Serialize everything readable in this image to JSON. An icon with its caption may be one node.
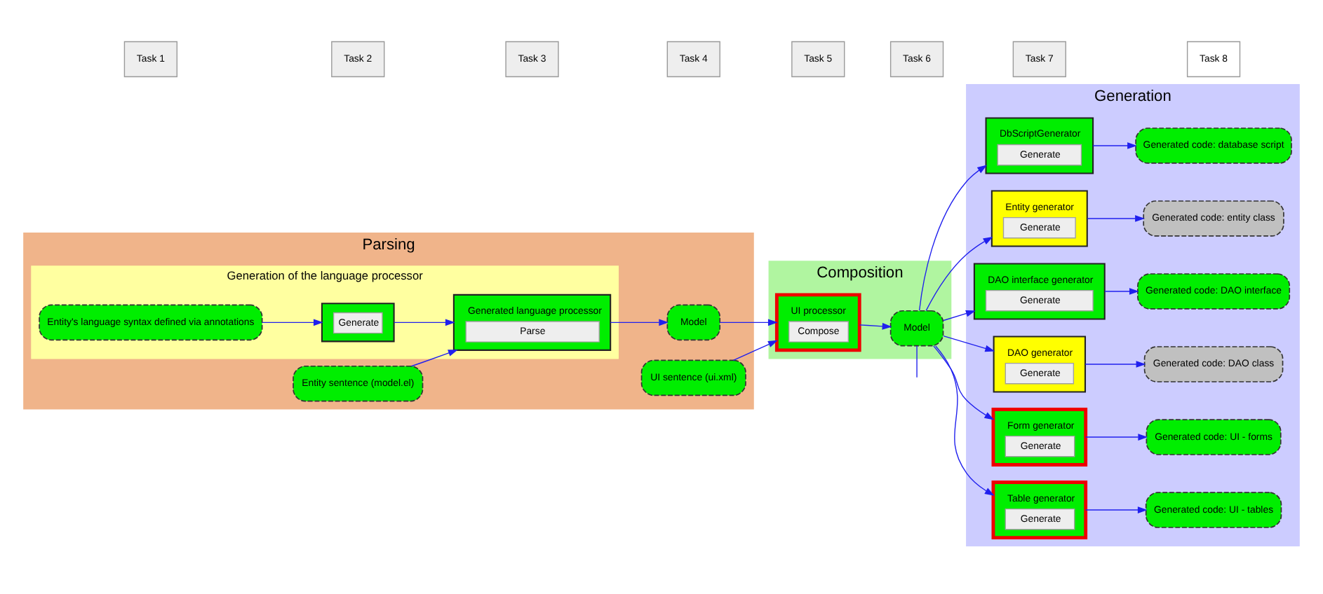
{
  "diagram": {
    "nodes": [
      {
        "text": [
          "Parsing"
        ]
      },
      {
        "text": [
          "Generation of the language processor"
        ],
        "in": 0
      },
      {
        "text": [
          "Entity's language syntax defined via annotations"
        ],
        "in": 1
      },
      {
        "text": [
          "Generate"
        ],
        "in": 1
      },
      {
        "text": [
          "Generated language processor",
          "Parse"
        ],
        "in": 1
      },
      {
        "text": [
          "Entity sentence (model.el)"
        ],
        "in": 0
      },
      {
        "text": [
          "Model"
        ],
        "in": 0
      },
      {
        "text": [
          "UI sentence (ui.xml)"
        ],
        "in": 0
      },
      {
        "text": [
          "Composition"
        ]
      },
      {
        "text": [
          "UI processor",
          "Compose"
        ],
        "in": 8
      },
      {
        "text": [
          "Model"
        ],
        "in": 8
      },
      {
        "text": [
          "Generation"
        ]
      },
      {
        "text": [
          "DbScriptGenerator",
          "Generate"
        ],
        "in": 11
      },
      {
        "text": [
          "Generated code: database script"
        ],
        "in": 11
      },
      {
        "text": [
          "Entity generator",
          "Generate"
        ],
        "in": 11
      },
      {
        "text": [
          "Generated code: entity class"
        ],
        "in": 11
      },
      {
        "text": [
          "DAO interface generator",
          "Generate"
        ],
        "in": 11
      },
      {
        "text": [
          "Generated code: DAO interface"
        ],
        "in": 11
      },
      {
        "text": [
          "DAO generator",
          "Generate"
        ],
        "in": 11
      },
      {
        "text": [
          "Generated code: DAO class"
        ],
        "in": 11
      },
      {
        "text": [
          "Form generator",
          "Generate"
        ],
        "in": 11
      },
      {
        "text": [
          "Generated code: UI - forms"
        ],
        "in": 11
      },
      {
        "text": [
          "Table generator",
          "Generate"
        ],
        "in": 11
      },
      {
        "text": [
          "Generated code: UI - tables"
        ],
        "in": 11
      }
    ],
    "edges": [
      {
        "from": 2,
        "to": 3,
        "arrow": "to"
      },
      {
        "from": 3,
        "to": 4,
        "arrow": "to"
      },
      {
        "from": 5,
        "to": 4,
        "arrow": "to"
      },
      {
        "from": 4,
        "to": 6,
        "arrow": "to"
      },
      {
        "from": 6,
        "to": 9,
        "arrow": "to"
      },
      {
        "from": 7,
        "to": 9,
        "arrow": "to"
      },
      {
        "from": 9,
        "to": 10,
        "arrow": "to"
      },
      {
        "from": 10,
        "to": 12,
        "arrow": "to"
      },
      {
        "from": 10,
        "to": 14,
        "arrow": "to"
      },
      {
        "from": 10,
        "to": 16,
        "arrow": "to"
      },
      {
        "from": 10,
        "to": 18,
        "arrow": "to"
      },
      {
        "from": 10,
        "to": 20,
        "arrow": "to"
      },
      {
        "from": 10,
        "to": 22,
        "arrow": "to"
      },
      {
        "from": 10,
        "to": null,
        "arrow": "none"
      },
      {
        "from": 12,
        "to": 13,
        "arrow": "to"
      },
      {
        "from": 14,
        "to": 15,
        "arrow": "to"
      },
      {
        "from": 16,
        "to": 17,
        "arrow": "to"
      },
      {
        "from": 18,
        "to": 19,
        "arrow": "to"
      },
      {
        "from": 20,
        "to": 21,
        "arrow": "to"
      },
      {
        "from": 22,
        "to": 23,
        "arrow": "to"
      }
    ],
    "labels": [
      "Task 1",
      "Task 2",
      "Task 3",
      "Task 4",
      "Task 5",
      "Task 6",
      "Task 7",
      "Task 8"
    ]
  }
}
